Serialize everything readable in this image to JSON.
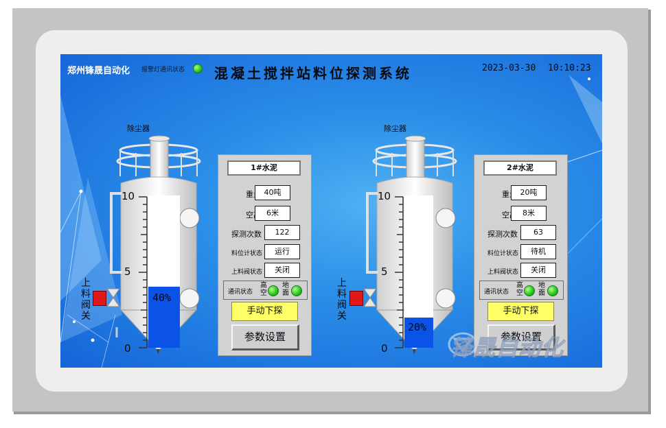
{
  "header": {
    "company": "郑州锋晟自动化",
    "alarm_label": "报警灯通讯状态",
    "title": "混凝土搅拌站料位探测系统",
    "date": "2023-03-30",
    "time": "10:10:23"
  },
  "scale": {
    "top": "10",
    "mid": "5",
    "bottom": "0"
  },
  "silos": [
    {
      "dust_label": "除尘器",
      "valve_label": [
        "上",
        "料",
        "阀",
        "关"
      ],
      "level": 0.4,
      "level_text": "40%",
      "panel": {
        "title": "1#水泥",
        "weight_label": "重量",
        "weight": "40吨",
        "empty_label": "空高",
        "empty": "6米",
        "count_label": "探测次数",
        "count": "122",
        "meter_label": "料位计状态",
        "meter": "运行",
        "valve_status_label": "上料阀状态",
        "valve_status": "关闭",
        "comm_label": "通讯状态",
        "comm_high": "高空",
        "comm_ground": "地面",
        "manual_button": "手动下探",
        "param_button": "参数设置"
      }
    },
    {
      "dust_label": "除尘器",
      "valve_label": [
        "上",
        "料",
        "阀",
        "关"
      ],
      "level": 0.2,
      "level_text": "20%",
      "panel": {
        "title": "2#水泥",
        "weight_label": "重量",
        "weight": "20吨",
        "empty_label": "空高",
        "empty": "8米",
        "count_label": "探测次数",
        "count": "63",
        "meter_label": "料位计状态",
        "meter": "待机",
        "valve_status_label": "上料阀状态",
        "valve_status": "关闭",
        "comm_label": "通讯状态",
        "comm_high": "高空",
        "comm_ground": "地面",
        "manual_button": "手动下探",
        "param_button": "参数设置"
      }
    }
  ],
  "watermark": "锋晟自动化",
  "colors": {
    "level_fill": "#0a53e6",
    "manual_button": "#ffff66",
    "led_ok": "#22c41a",
    "valve": "#e01818"
  }
}
